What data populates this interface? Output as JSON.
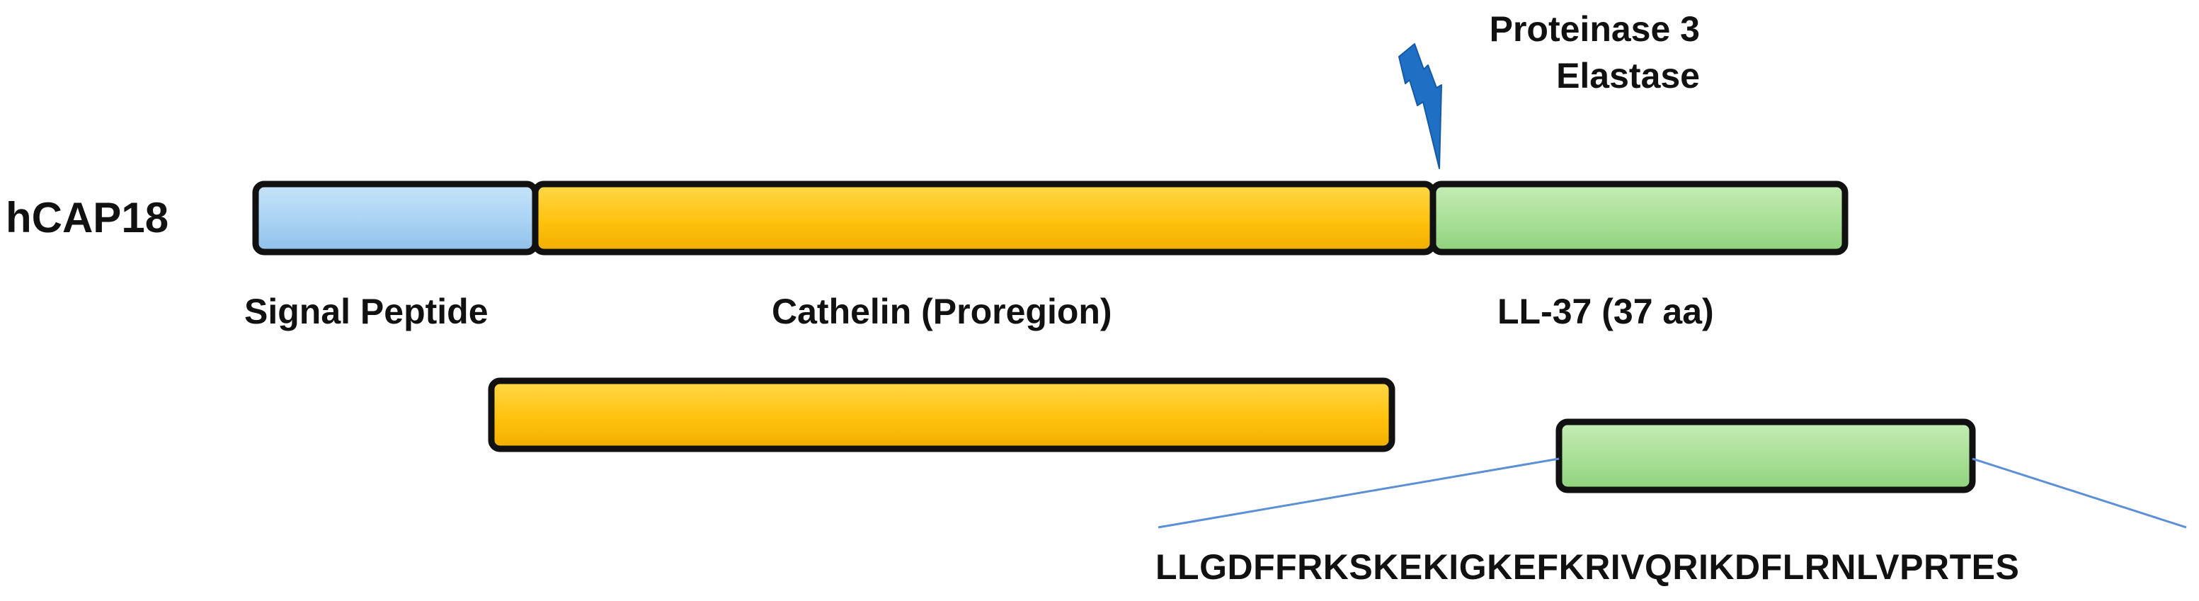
{
  "protein": {
    "name": "hCAP18"
  },
  "cleavage": {
    "enzymes": [
      "Proteinase 3",
      "Elastase"
    ],
    "icon": "lightning-bolt-icon",
    "icon_color": "#1f6fc5"
  },
  "domains": {
    "signal_peptide": {
      "label": "Signal Peptide",
      "color": "#a9d2f3"
    },
    "cathelin": {
      "label": "Cathelin (Proregion)",
      "color": "#ffc20e"
    },
    "ll37": {
      "label": "LL-37 (37 aa)",
      "color": "#a8df96"
    }
  },
  "sequence": {
    "text": "LLGDFFRKSKEKIGKEFKRIVQRIKDFLRNLVPRTES"
  },
  "colors": {
    "outline": "#111111",
    "leader_line": "#5b8fd6"
  }
}
